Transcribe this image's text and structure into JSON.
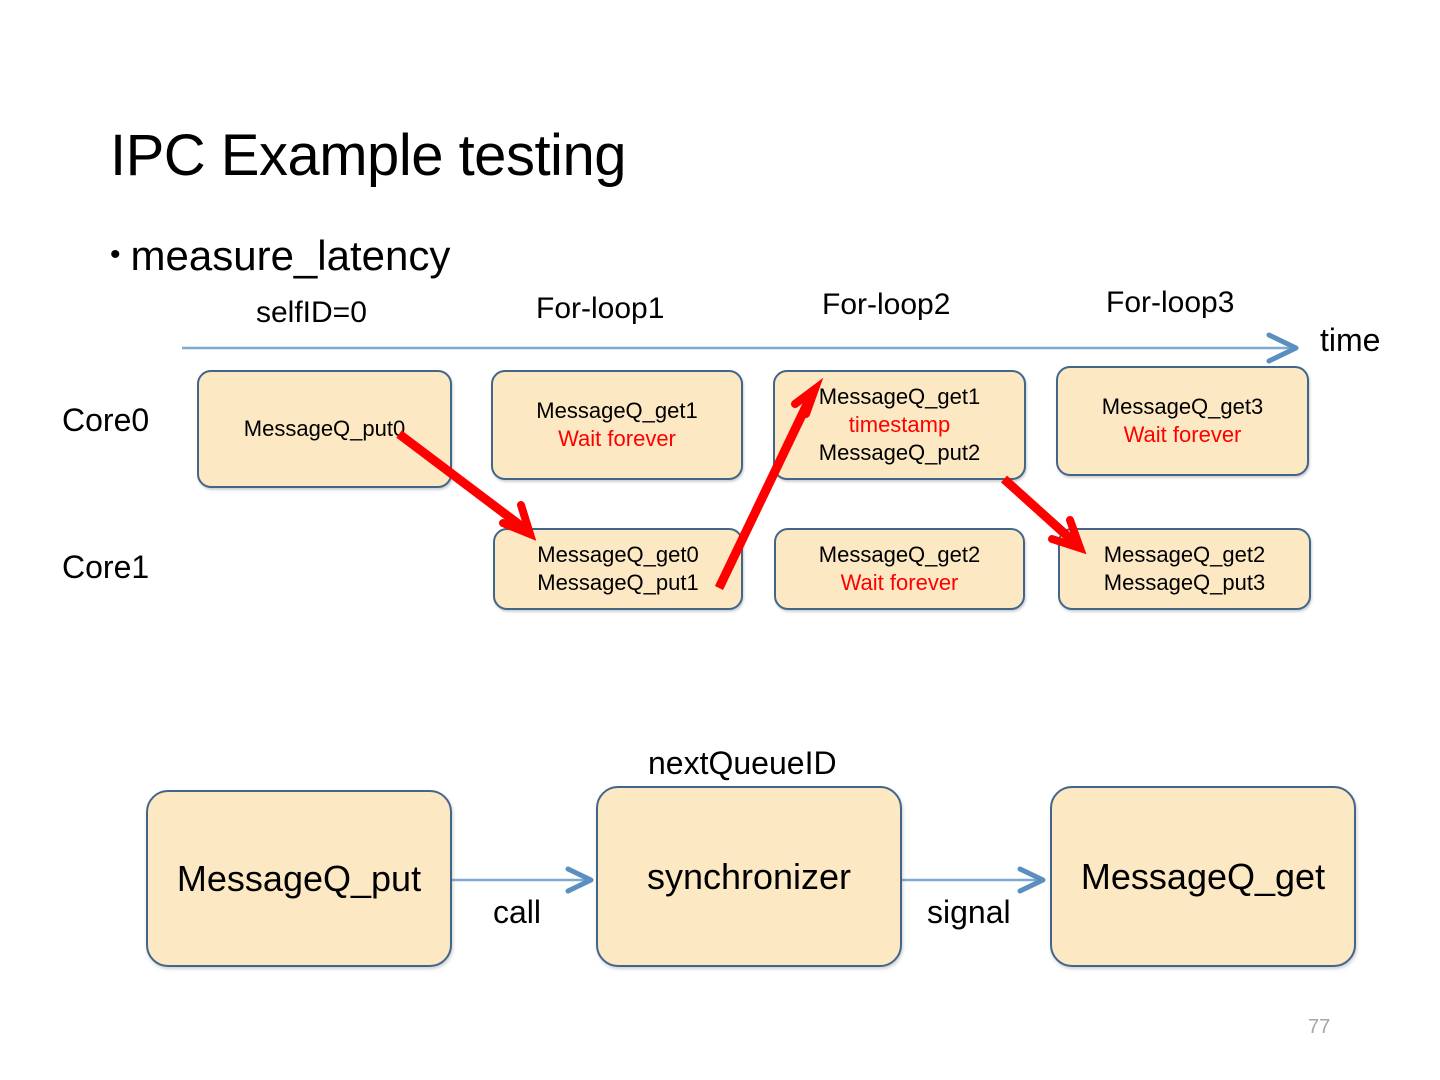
{
  "slide": {
    "title": "IPC Example testing",
    "bullet_glyph": "•",
    "bullet_text": "measure_latency",
    "page_number": "77"
  },
  "timeline": {
    "axis_label": "time",
    "phase_labels": [
      "selfID=0",
      "For-loop1",
      "For-loop2",
      "For-loop3"
    ],
    "row_labels": [
      "Core0",
      "Core1"
    ],
    "colors": {
      "box_fill": "#fce9c3",
      "box_border": "#41668a",
      "axis": "#6f9dc6",
      "red_arrow": "#ff0000",
      "red_text": "#ff0000"
    },
    "core0_boxes": [
      {
        "lines": [
          {
            "text": "MessageQ_put0",
            "red": false
          }
        ]
      },
      {
        "lines": [
          {
            "text": "MessageQ_get1",
            "red": false
          },
          {
            "text": "Wait forever",
            "red": true
          }
        ]
      },
      {
        "lines": [
          {
            "text": "MessageQ_get1",
            "red": false
          },
          {
            "text": "timestamp",
            "red": true
          },
          {
            "text": "MessageQ_put2",
            "red": false
          }
        ]
      },
      {
        "lines": [
          {
            "text": "MessageQ_get3",
            "red": false
          },
          {
            "text": "Wait forever",
            "red": true
          }
        ]
      }
    ],
    "core1_boxes": [
      {
        "lines": [
          {
            "text": "MessageQ_get0",
            "red": false
          },
          {
            "text": "MessageQ_put1",
            "red": false
          }
        ]
      },
      {
        "lines": [
          {
            "text": "MessageQ_get2",
            "red": false
          },
          {
            "text": "Wait forever",
            "red": true
          }
        ]
      },
      {
        "lines": [
          {
            "text": "MessageQ_get2",
            "red": false
          },
          {
            "text": "MessageQ_put3",
            "red": false
          }
        ]
      }
    ]
  },
  "flow": {
    "caption": "nextQueueID",
    "nodes": [
      "MessageQ_put",
      "synchronizer",
      "MessageQ_get"
    ],
    "edges": [
      "call",
      "signal"
    ]
  }
}
